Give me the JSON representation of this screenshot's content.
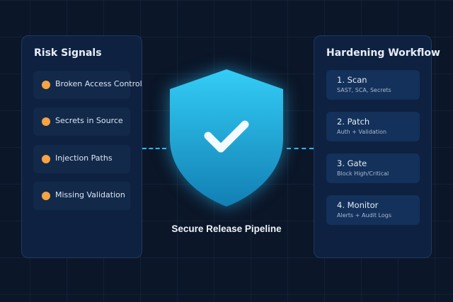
{
  "left_panel": {
    "title": "Risk Signals",
    "items": [
      {
        "label": "Broken Access Control"
      },
      {
        "label": "Secrets in Source"
      },
      {
        "label": "Injection Paths"
      },
      {
        "label": "Missing Validation"
      }
    ]
  },
  "center": {
    "icon": "shield-check-icon",
    "caption": "Secure Release Pipeline"
  },
  "right_panel": {
    "title": "Hardening Workflow",
    "steps": [
      {
        "title": "1. Scan",
        "detail": "SAST, SCA, Secrets"
      },
      {
        "title": "2. Patch",
        "detail": "Auth + Validation"
      },
      {
        "title": "3. Gate",
        "detail": "Block High/Critical"
      },
      {
        "title": "4. Monitor",
        "detail": "Alerts + Audit Logs"
      }
    ]
  },
  "colors": {
    "background": "#0b1628",
    "accent": "#2fc4f5",
    "risk_dot": "#f6a343"
  }
}
